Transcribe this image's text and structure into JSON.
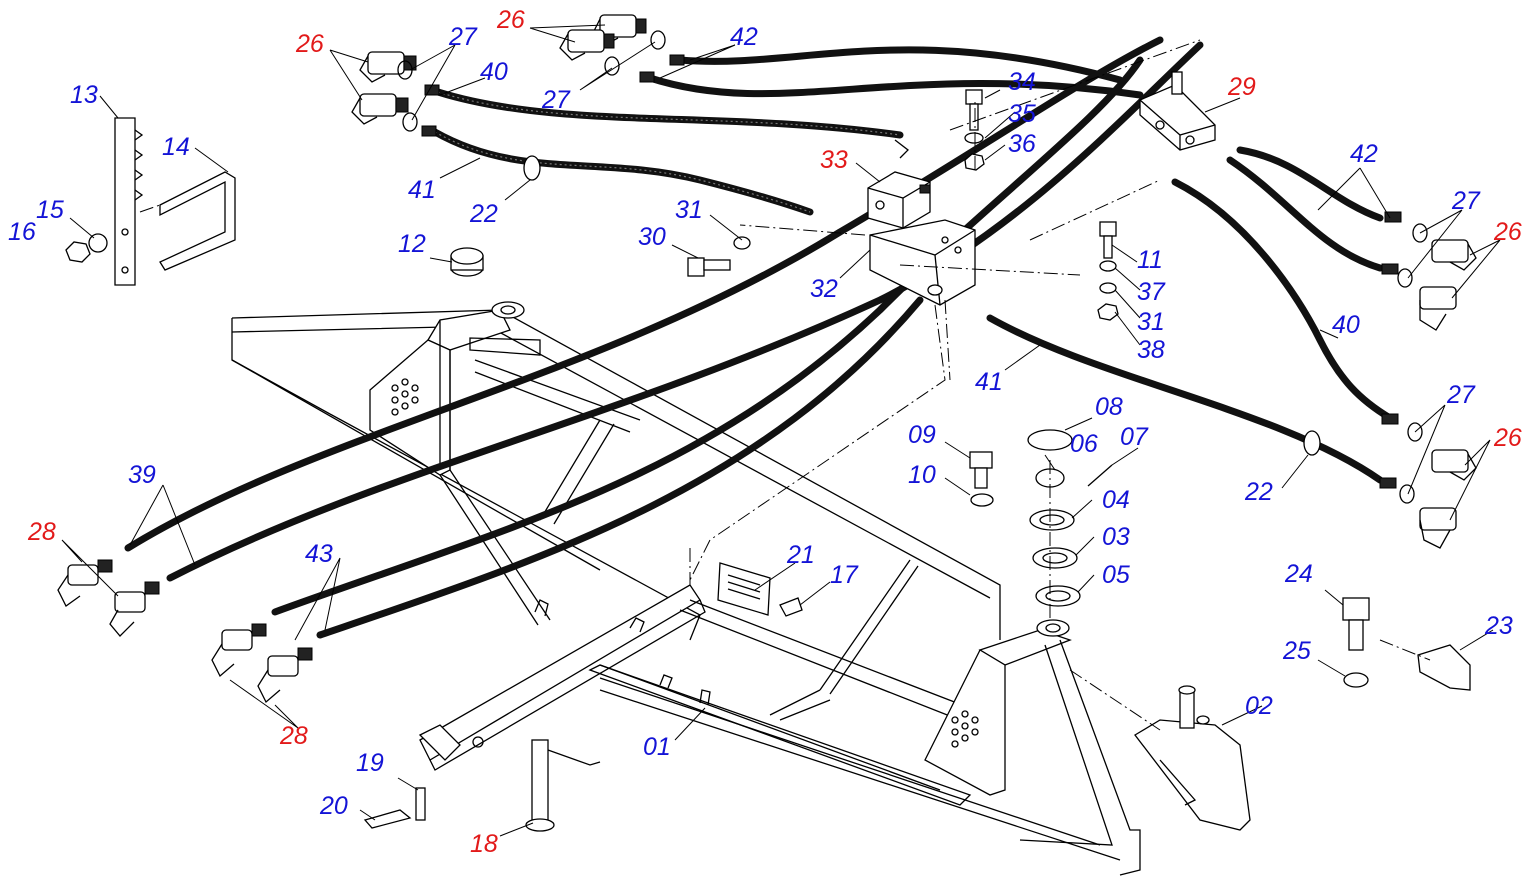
{
  "colors": {
    "blue_label": "#1414d6",
    "red_label": "#e21a1a",
    "line": "#000000",
    "hose": "#111111"
  },
  "labels": [
    {
      "id": "p26a",
      "text": "26",
      "color": "red"
    },
    {
      "id": "p27a",
      "text": "27",
      "color": "blue"
    },
    {
      "id": "p40a",
      "text": "40",
      "color": "blue"
    },
    {
      "id": "p26b",
      "text": "26",
      "color": "red"
    },
    {
      "id": "p42a",
      "text": "42",
      "color": "blue"
    },
    {
      "id": "p27b",
      "text": "27",
      "color": "blue"
    },
    {
      "id": "p13",
      "text": "13",
      "color": "blue"
    },
    {
      "id": "p14",
      "text": "14",
      "color": "blue"
    },
    {
      "id": "p15",
      "text": "15",
      "color": "blue"
    },
    {
      "id": "p16",
      "text": "16",
      "color": "blue"
    },
    {
      "id": "p41a",
      "text": "41",
      "color": "blue"
    },
    {
      "id": "p22a",
      "text": "22",
      "color": "blue"
    },
    {
      "id": "p34",
      "text": "34",
      "color": "blue"
    },
    {
      "id": "p35",
      "text": "35",
      "color": "blue"
    },
    {
      "id": "p36",
      "text": "36",
      "color": "blue"
    },
    {
      "id": "p33",
      "text": "33",
      "color": "red"
    },
    {
      "id": "p29",
      "text": "29",
      "color": "red"
    },
    {
      "id": "p42b",
      "text": "42",
      "color": "blue"
    },
    {
      "id": "p27c",
      "text": "27",
      "color": "blue"
    },
    {
      "id": "p26c",
      "text": "26",
      "color": "red"
    },
    {
      "id": "p31a",
      "text": "31",
      "color": "blue"
    },
    {
      "id": "p30",
      "text": "30",
      "color": "blue"
    },
    {
      "id": "p12",
      "text": "12",
      "color": "blue"
    },
    {
      "id": "p32",
      "text": "32",
      "color": "blue"
    },
    {
      "id": "p11",
      "text": "11",
      "color": "blue"
    },
    {
      "id": "p37",
      "text": "37",
      "color": "blue"
    },
    {
      "id": "p31b",
      "text": "31",
      "color": "blue"
    },
    {
      "id": "p38",
      "text": "38",
      "color": "blue"
    },
    {
      "id": "p40b",
      "text": "40",
      "color": "blue"
    },
    {
      "id": "p41b",
      "text": "41",
      "color": "blue"
    },
    {
      "id": "p27d",
      "text": "27",
      "color": "blue"
    },
    {
      "id": "p26d",
      "text": "26",
      "color": "red"
    },
    {
      "id": "p08",
      "text": "08",
      "color": "blue"
    },
    {
      "id": "p09",
      "text": "09",
      "color": "blue"
    },
    {
      "id": "p06",
      "text": "06",
      "color": "blue"
    },
    {
      "id": "p07",
      "text": "07",
      "color": "blue"
    },
    {
      "id": "p10",
      "text": "10",
      "color": "blue"
    },
    {
      "id": "p04",
      "text": "04",
      "color": "blue"
    },
    {
      "id": "p03",
      "text": "03",
      "color": "blue"
    },
    {
      "id": "p05",
      "text": "05",
      "color": "blue"
    },
    {
      "id": "p22b",
      "text": "22",
      "color": "blue"
    },
    {
      "id": "p39",
      "text": "39",
      "color": "blue"
    },
    {
      "id": "p28a",
      "text": "28",
      "color": "red"
    },
    {
      "id": "p21",
      "text": "21",
      "color": "blue"
    },
    {
      "id": "p17",
      "text": "17",
      "color": "blue"
    },
    {
      "id": "p43",
      "text": "43",
      "color": "blue"
    },
    {
      "id": "p24",
      "text": "24",
      "color": "blue"
    },
    {
      "id": "p23",
      "text": "23",
      "color": "blue"
    },
    {
      "id": "p25",
      "text": "25",
      "color": "blue"
    },
    {
      "id": "p02",
      "text": "02",
      "color": "blue"
    },
    {
      "id": "p01",
      "text": "01",
      "color": "blue"
    },
    {
      "id": "p28b",
      "text": "28",
      "color": "red"
    },
    {
      "id": "p19",
      "text": "19",
      "color": "blue"
    },
    {
      "id": "p20",
      "text": "20",
      "color": "blue"
    },
    {
      "id": "p18",
      "text": "18",
      "color": "red"
    }
  ]
}
